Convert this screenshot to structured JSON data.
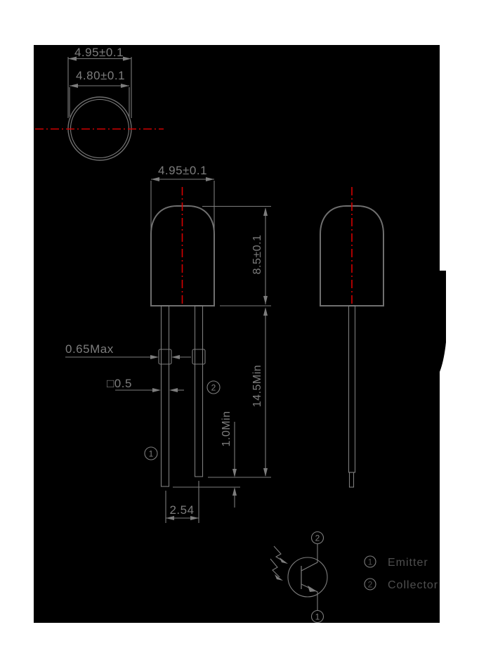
{
  "colors": {
    "canvas": "#000000",
    "line": "#6f6f6f",
    "dim": "#7d7d7d",
    "centerline": "#d40000",
    "legend": "#4f4f4f"
  },
  "top_view": {
    "outer_diameter": "4.95±0.1",
    "inner_diameter": "4.80±0.1"
  },
  "front_view": {
    "body_width": "4.95±0.1",
    "body_height": "8.5±0.1",
    "lead_length": "14.5Min",
    "lead_tip_offset": "1.0Min",
    "lead_pitch": "2.54",
    "standoff_width": "0.65Max",
    "lead_section": "□0.5",
    "pin1": "1",
    "pin2": "2"
  },
  "schematic": {
    "pin1": "1",
    "pin2": "2"
  },
  "legend": {
    "pin1_num": "1",
    "pin1_label": "Emitter",
    "pin2_num": "2",
    "pin2_label": "Collector"
  }
}
